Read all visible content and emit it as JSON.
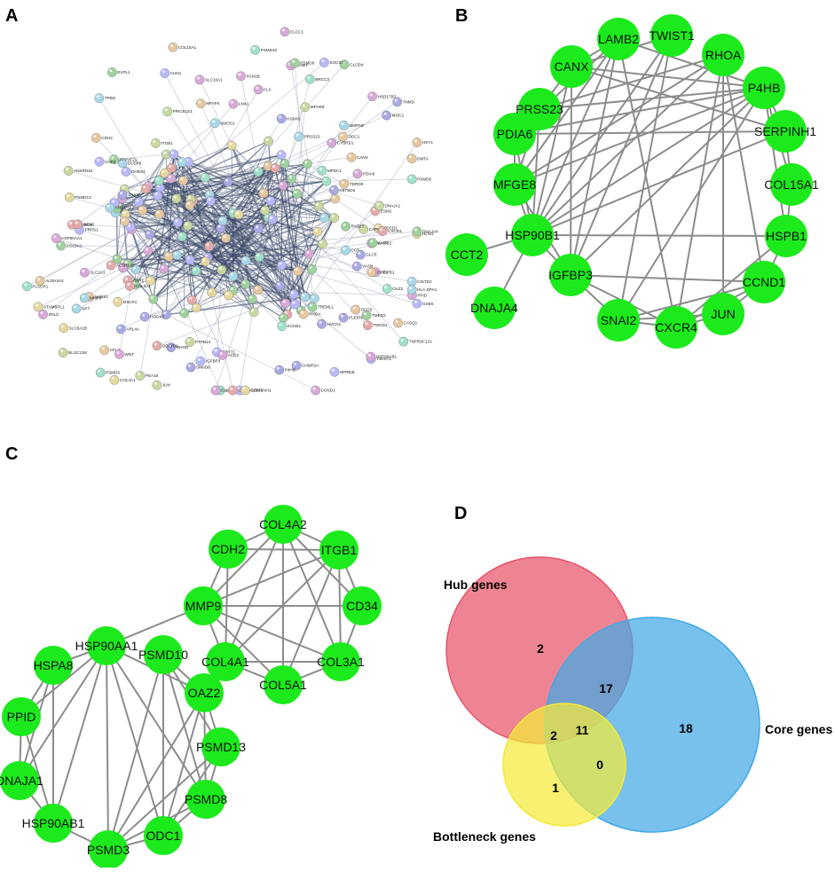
{
  "panels": {
    "a": {
      "letter": "A"
    },
    "b": {
      "letter": "B"
    },
    "c": {
      "letter": "C"
    },
    "d": {
      "letter": "D"
    }
  },
  "colors": {
    "node_green": "#1cea1c",
    "edge_gray": "#8c8c8c",
    "hub": "#e8546a",
    "core": "#42a9e4",
    "bottleneck": "#f4ea3a"
  },
  "network_a": {
    "labels": [
      "SCN1B",
      "CHMP2A",
      "KCNE1",
      "STAMBPL1",
      "TNFRSF12A",
      "RABIF",
      "BRCC3",
      "PRICKLE1",
      "PSMD6",
      "CCS",
      "OAZ2",
      "KBTBD2",
      "NARS2",
      "PEA15",
      "ARL4A",
      "ANGPTL2",
      "ESM1",
      "DUSP6",
      "LRIG1",
      "CHN1",
      "SMAD6",
      "HEY1",
      "TPBG",
      "RHOD",
      "PDCD1",
      "MPDC1",
      "ARTT1",
      "HVCN1",
      "TREML1",
      "GSE6",
      "ODC1",
      "GLCE",
      "DPT",
      "MFAP4",
      "SPRB3L",
      "MMRN2",
      "PRPS1",
      "TWIST1",
      "CBR1",
      "MORC4",
      "SMOC2",
      "HSD17B3",
      "HOOK2",
      "SCG5",
      "CAPN2",
      "SLC10A1",
      "DGCR6L",
      "CLCC1",
      "CLIC3",
      "ZFYVE21",
      "CHP2",
      "LNX1",
      "TDRD9",
      "MAPT",
      "PTPN14",
      "BLOC1S6",
      "CISTD2",
      "FLII",
      "PLSCR1",
      "HCN1",
      "SLC25A1",
      "RAB22",
      "MMP9",
      "ITGB1",
      "CDH2",
      "COL4A1",
      "COL5A1",
      "COL3A1",
      "CD34",
      "HSPA8",
      "PPID",
      "DNAJA1",
      "PSMD10",
      "PSMD13",
      "PSMD8",
      "PSMD3",
      "HSP90AA1",
      "HSP90AB1",
      "ANKRD34",
      "SERPINH1",
      "GPX8",
      "P4HB",
      "CXCR4",
      "IGFBP3",
      "SNAI2",
      "JUN",
      "CCND1",
      "HSPB1",
      "COL15A1",
      "RHOA",
      "CANX",
      "LAMB2",
      "PRSS23",
      "PDIA6",
      "MFGE8",
      "CCT2",
      "DNAJA4",
      "SLC8A1B",
      "ALDH3A2",
      "TMOD1",
      "ZNLZ",
      "CYBRD1",
      "MOC2",
      "ACD2",
      "DHRS4",
      "EVPL1",
      "ALDH1A2",
      "PLEKHO1",
      "GLOD4",
      "SOCS3",
      "HLA-DPA1",
      "CFL2",
      "VASN",
      "WNT",
      "DSCR1",
      "DMTA",
      "TNMD",
      "SLC2A1",
      "TMED2",
      "CASQ1",
      "PEX6",
      "LSAMP",
      "SLC25A20"
    ]
  },
  "network_b": {
    "nodes": [
      "TWIST1",
      "RHOA",
      "P4HB",
      "SERPINH1",
      "COL15A1",
      "HSPB1",
      "CCND1",
      "JUN",
      "CXCR4",
      "SNAI2",
      "IGFBP3",
      "HSP90B1",
      "DNAJA4",
      "CCT2",
      "MFGE8",
      "PDIA6",
      "PRSS23",
      "CANX",
      "LAMB2"
    ]
  },
  "network_c": {
    "nodes": [
      "COL4A2",
      "ITGB1",
      "CD34",
      "COL3A1",
      "COL5A1",
      "COL4A1",
      "MMP9",
      "CDH2",
      "HSP90AA1",
      "PSMD10",
      "OAZ2",
      "PSMD13",
      "PSMD8",
      "ODC1",
      "PSMD3",
      "HSP90AB1",
      "DNAJA1",
      "PPID",
      "HSPA8"
    ]
  },
  "venn": {
    "sets": [
      {
        "name": "Hub genes",
        "color": "#e8546a"
      },
      {
        "name": "Core genes",
        "color": "#42a9e4"
      },
      {
        "name": "Bottleneck genes",
        "color": "#f4ea3a"
      }
    ],
    "regions": [
      {
        "id": "hub_only",
        "value": "2"
      },
      {
        "id": "hub_core",
        "value": "17"
      },
      {
        "id": "core_only",
        "value": "18"
      },
      {
        "id": "hub_bottleneck",
        "value": "2"
      },
      {
        "id": "all_three",
        "value": "11"
      },
      {
        "id": "core_bottleneck",
        "value": "0"
      },
      {
        "id": "bottleneck_only",
        "value": "1"
      }
    ]
  }
}
